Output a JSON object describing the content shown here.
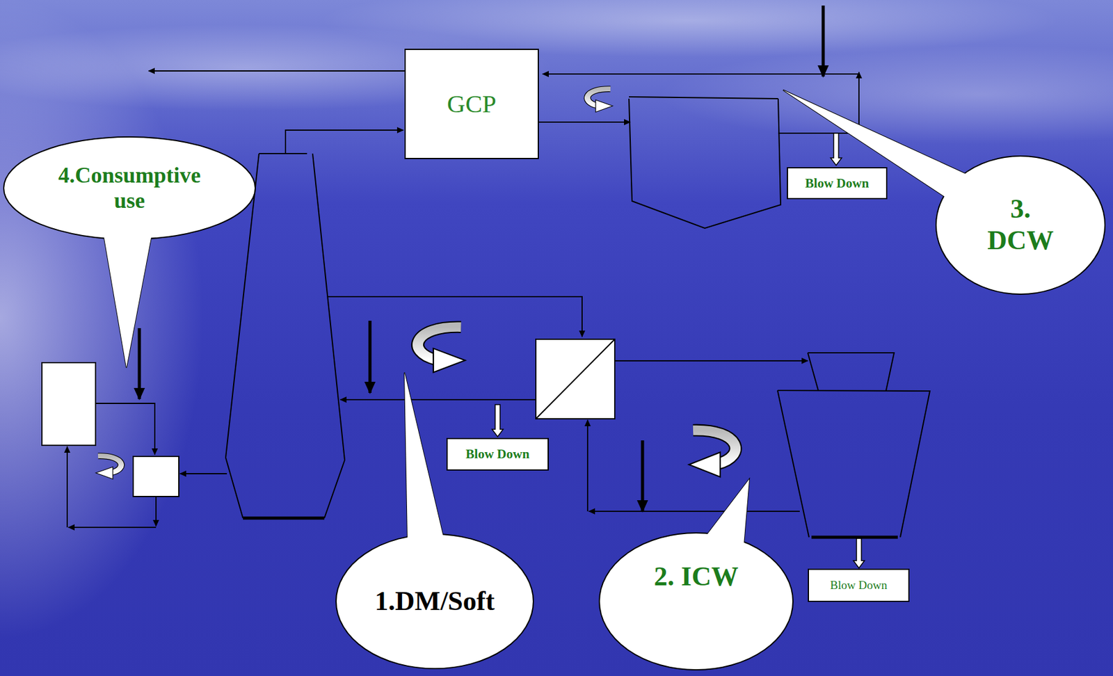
{
  "diagram": {
    "nodes": [
      {
        "text": [
          "GCP"
        ]
      },
      {
        "text": [
          "4.Consumptive use"
        ]
      },
      {
        "text": [
          "Blow Down"
        ]
      },
      {
        "text": [
          "3. DCW"
        ]
      },
      {
        "text": [
          "Blow Down"
        ]
      },
      {
        "text": [
          "1.DM/Soft"
        ]
      },
      {
        "text": [
          "2. ICW"
        ]
      },
      {
        "text": [
          "Blow Down"
        ]
      }
    ]
  }
}
